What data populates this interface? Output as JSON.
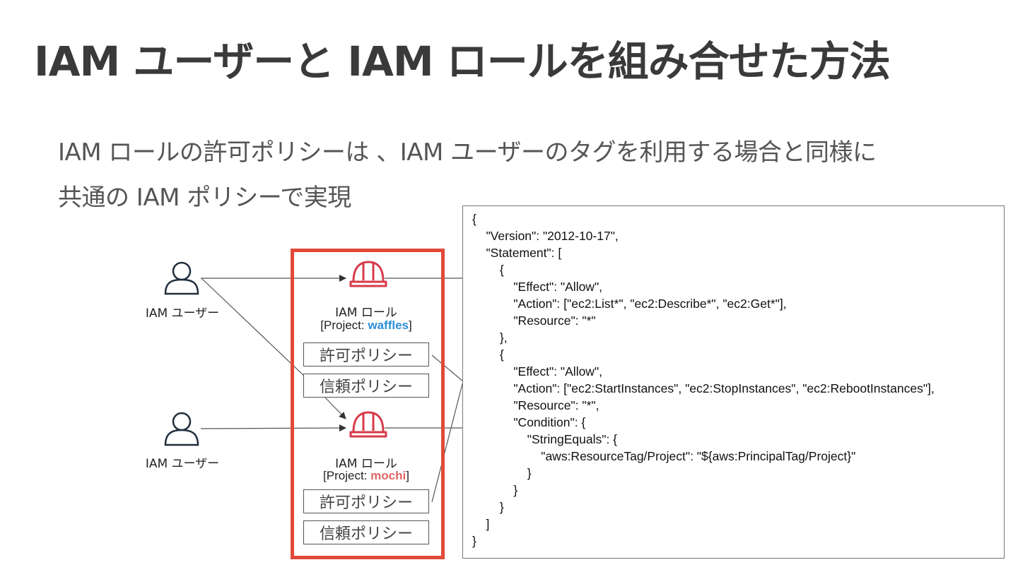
{
  "title": "IAM ユーザーと IAM ロールを組み合せた方法",
  "subtitle_lines": [
    "IAM ロールの許可ポリシーは 、IAM ユーザーのタグを利用する場合と同様に",
    "共通の IAM ポリシーで実現"
  ],
  "users": [
    {
      "label": "IAM ユーザー",
      "icon": "user-icon"
    },
    {
      "label": "IAM ユーザー",
      "icon": "user-icon"
    }
  ],
  "roles": [
    {
      "label": "IAM ロール",
      "tag_prefix": "[Project: ",
      "tag_value": "waffles",
      "tag_suffix": "]",
      "tag_color": "#2b8fd6",
      "icon": "hard-hat-icon"
    },
    {
      "label": "IAM ロール",
      "tag_prefix": "[Project: ",
      "tag_value": "mochi",
      "tag_suffix": "]",
      "tag_color": "#e06666",
      "icon": "hard-hat-icon"
    }
  ],
  "policies": {
    "permission": "許可ポリシー",
    "trust": "信頼ポリシー"
  },
  "colors": {
    "role_group_border": "#e14a3a",
    "hat": "#d63b4a",
    "user_icon": "#1f2d3d"
  },
  "policy_json_lines": [
    "{",
    "    \"Version\": \"2012-10-17\",",
    "    \"Statement\": [",
    "        {",
    "            \"Effect\": \"Allow\",",
    "            \"Action\": [\"ec2:List*\", \"ec2:Describe*\", \"ec2:Get*\"],",
    "            \"Resource\": \"*\"",
    "        },",
    "        {",
    "            \"Effect\": \"Allow\",",
    "            \"Action\": [\"ec2:StartInstances\", \"ec2:StopInstances\", \"ec2:RebootInstances\"],",
    "            \"Resource\": \"*\",",
    "            \"Condition\": {",
    "                \"StringEquals\": {",
    "                    \"aws:ResourceTag/Project\": \"${aws:PrincipalTag/Project}\"",
    "                }",
    "            }",
    "        }",
    "    ]",
    "}"
  ]
}
